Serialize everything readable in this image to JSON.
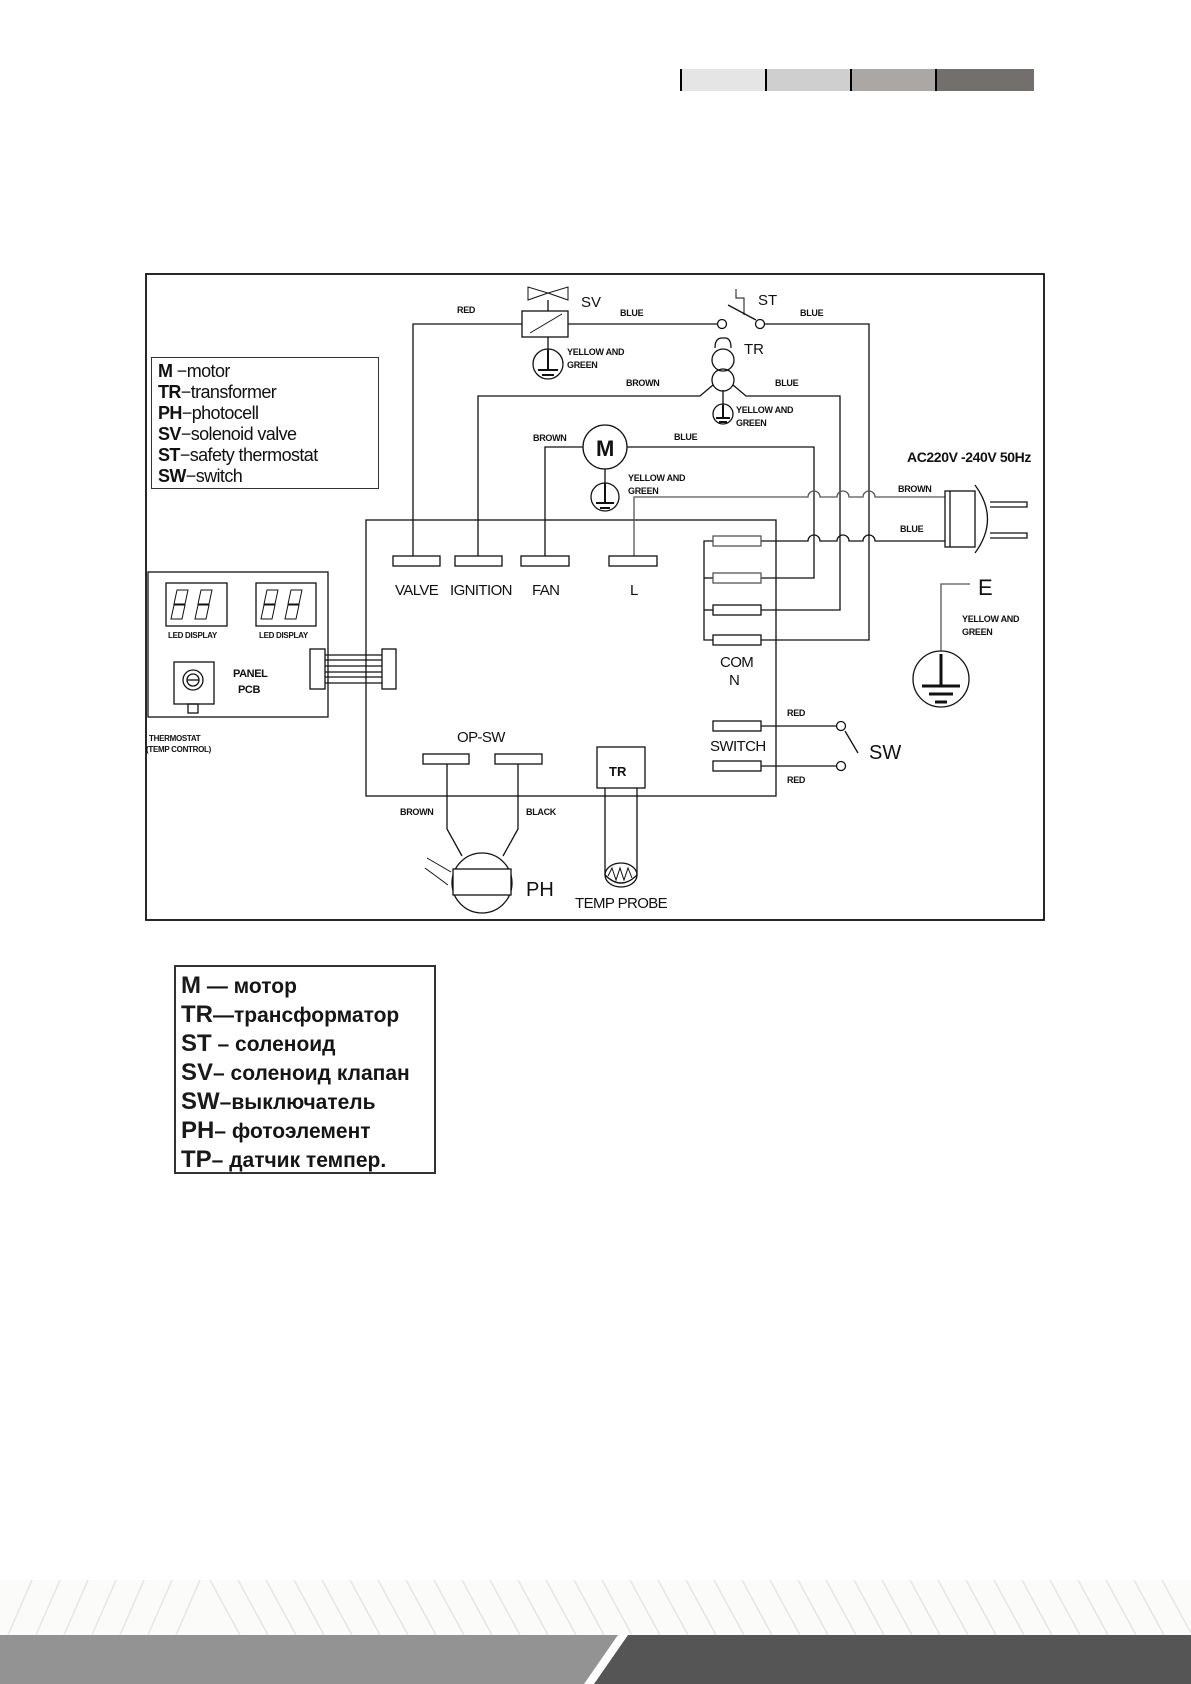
{
  "header_bar": {
    "segments": [
      {
        "color": "#e5e5e5"
      },
      {
        "color": "#d0cfcf"
      },
      {
        "color": "#aaa7a5"
      },
      {
        "color": "#736f6d"
      }
    ]
  },
  "diagram": {
    "title": "Wiring diagram",
    "components": {
      "sv": "SV",
      "st": "ST",
      "tr": "TR",
      "motor": "M",
      "ph": "PH",
      "sw": "SW",
      "earth": "E",
      "tr_box": "TR"
    },
    "wire_labels": {
      "red_valve": "RED",
      "blue_sv_st": "BLUE",
      "blue_st_out": "BLUE",
      "brown_tr": "BROWN",
      "blue_tr": "BLUE",
      "brown_motor": "BROWN",
      "blue_motor": "BLUE",
      "brown_mains": "BROWN",
      "blue_mains": "BLUE",
      "red_sw_top": "RED",
      "red_sw_bottom": "RED",
      "brown_ph": "BROWN",
      "black_ph": "BLACK"
    },
    "earth_labels": {
      "sv_line1": "YELLOW AND",
      "sv_line2": "GREEN",
      "tr_line1": "YELLOW AND",
      "tr_line2": "GREEN",
      "motor_line1": "YELLOW AND",
      "motor_line2": "GREEN",
      "e_line1": "YELLOW AND",
      "e_line2": "GREEN"
    },
    "power_supply": "AC220V -240V  50Hz",
    "terminals": {
      "valve": "VALVE",
      "ignition": "IGNITION",
      "fan": "FAN",
      "l": "L",
      "com_line1": "COM",
      "com_line2": "N",
      "switch": "SWITCH",
      "op_sw": "OP-SW"
    },
    "panel": {
      "led1": "LED DISPLAY",
      "led2": "LED DISPLAY",
      "pcb_line1": "PANEL",
      "pcb_line2": "PCB",
      "thermostat_line1": "THERMOSTAT",
      "thermostat_line2": "(TEMP CONTROL)"
    },
    "temp_probe": "TEMP PROBE"
  },
  "legend_en": [
    {
      "abbr": "M",
      "sep": " −",
      "desc": "motor"
    },
    {
      "abbr": "TR",
      "sep": "−",
      "desc": "transformer"
    },
    {
      "abbr": "PH",
      "sep": "−",
      "desc": "photocell"
    },
    {
      "abbr": "SV",
      "sep": "−",
      "desc": "solenoid valve"
    },
    {
      "abbr": "ST",
      "sep": "−",
      "desc": "safety thermostat"
    },
    {
      "abbr": "SW",
      "sep": "−",
      "desc": "switch"
    }
  ],
  "legend_ru": [
    {
      "abbr": "M",
      "sep": " — ",
      "desc": "мотор"
    },
    {
      "abbr": "TR",
      "sep": "—",
      "desc": "трансформатор"
    },
    {
      "abbr": "ST",
      "sep": " – ",
      "desc": "соленоид"
    },
    {
      "abbr": "SV",
      "sep": "– ",
      "desc": "соленоид клапан"
    },
    {
      "abbr": "SW",
      "sep": "–",
      "desc": "выключатель"
    },
    {
      "abbr": "PH",
      "sep": "–  ",
      "desc": "фотоэлемент"
    },
    {
      "abbr": "TP",
      "sep": "– ",
      "desc": "датчик темпер."
    }
  ],
  "footer": {
    "colors": {
      "light": "#939393",
      "dark": "#555555",
      "stripe_bg": "#fbfbfa"
    }
  }
}
